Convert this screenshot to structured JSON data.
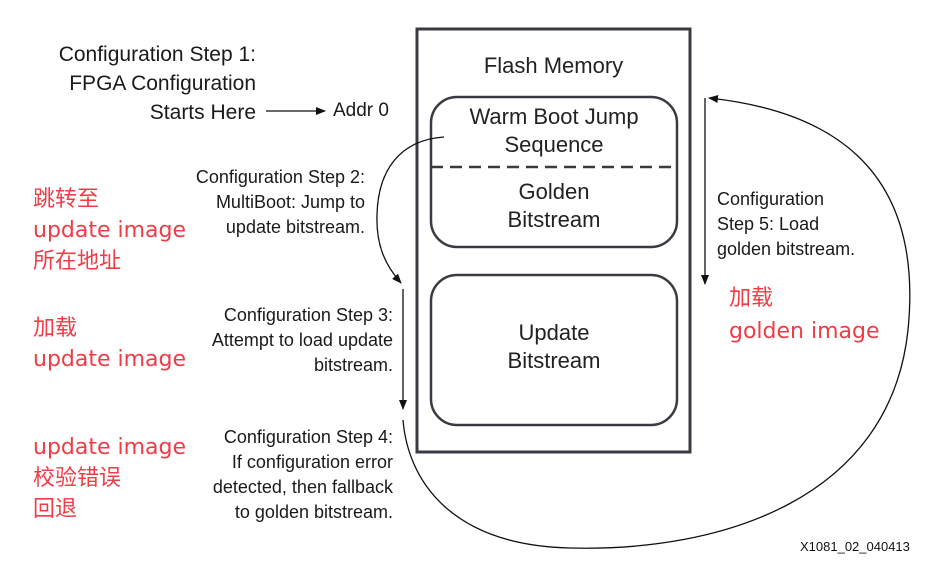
{
  "diagram": {
    "flash_memory": {
      "title": "Flash Memory",
      "address_label": "Addr 0",
      "regions": [
        {
          "lines": [
            "Warm Boot Jump",
            "Sequence"
          ]
        },
        {
          "lines": [
            "Golden",
            "Bitstream"
          ]
        },
        {
          "lines": [
            "Update",
            "Bitstream"
          ]
        }
      ]
    },
    "steps": [
      {
        "lines": [
          "Configuration Step 1:",
          "FPGA Configuration",
          "Starts Here"
        ]
      },
      {
        "lines": [
          "Configuration Step 2:",
          "MultiBoot: Jump to",
          "update bitstream."
        ]
      },
      {
        "lines": [
          "Configuration Step 3:",
          "Attempt to load update",
          "bitstream."
        ]
      },
      {
        "lines": [
          "Configuration Step 4:",
          "If configuration error",
          "detected, then fallback",
          "to golden bitstream."
        ]
      },
      {
        "lines": [
          "Configuration",
          "Step 5: Load",
          "golden bitstream."
        ]
      }
    ],
    "annotations": [
      {
        "lines": [
          "跳转至",
          "update image",
          "所在地址"
        ]
      },
      {
        "lines": [
          "加载",
          "update image"
        ]
      },
      {
        "lines": [
          "update image",
          "校验错误",
          "回退"
        ]
      },
      {
        "lines": [
          "加载",
          "golden image"
        ]
      }
    ],
    "figure_id": "X1081_02_040413",
    "colors": {
      "annotation_red": "#f03c46",
      "box_border": "#3a3a40",
      "arrow": "#111111"
    }
  }
}
